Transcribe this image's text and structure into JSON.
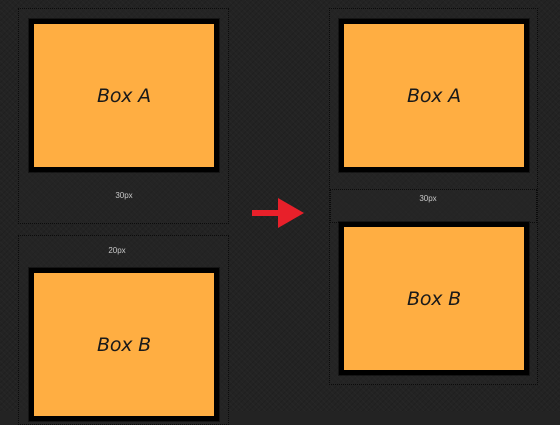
{
  "diagram": {
    "before": {
      "box_a": {
        "label": "Box A"
      },
      "margin_a_label": "30px",
      "margin_b_label": "20px",
      "box_b": {
        "label": "Box B"
      }
    },
    "after": {
      "box_a": {
        "label": "Box A"
      },
      "collapsed_margin_label": "30px",
      "box_b": {
        "label": "Box B"
      }
    },
    "colors": {
      "box_fill": "#ffae42",
      "box_border": "#000000",
      "arrow": "#e8202a",
      "background": "#232323"
    },
    "icons": {
      "arrow": "arrow-right-icon"
    }
  }
}
